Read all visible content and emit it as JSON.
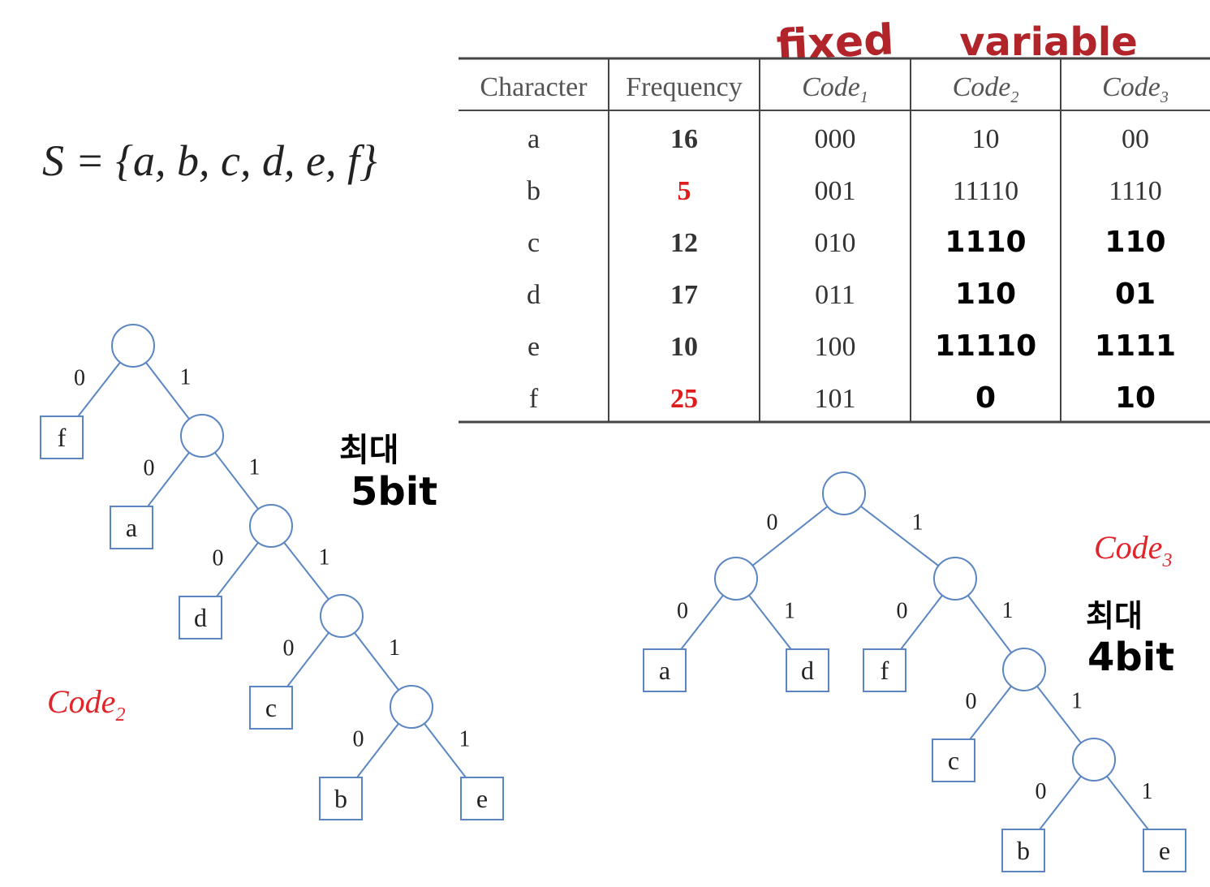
{
  "set_formula": "S = {a, b, c, d, e, f}",
  "annotations": {
    "fixed": "fixed",
    "variable": "variable",
    "code2_note": [
      "최대",
      "5bit"
    ],
    "code3_note": [
      "최대",
      "4bit"
    ]
  },
  "table": {
    "columns": [
      {
        "base": "Character",
        "sub": ""
      },
      {
        "base": "Frequency",
        "sub": ""
      },
      {
        "base": "Code",
        "sub": "1"
      },
      {
        "base": "Code",
        "sub": "2"
      },
      {
        "base": "Code",
        "sub": "3"
      }
    ],
    "rows": [
      {
        "char": "a",
        "freq": "16",
        "code1": "000",
        "code2": "10",
        "code3": "00",
        "code2_hand": false,
        "code3_hand": false,
        "freq_highlight": false
      },
      {
        "char": "b",
        "freq": "5",
        "code1": "001",
        "code2": "11110",
        "code3": "1110",
        "code2_hand": false,
        "code3_hand": false,
        "freq_highlight": true
      },
      {
        "char": "c",
        "freq": "12",
        "code1": "010",
        "code2": "1110",
        "code3": "110",
        "code2_hand": true,
        "code3_hand": true,
        "freq_highlight": false
      },
      {
        "char": "d",
        "freq": "17",
        "code1": "011",
        "code2": "110",
        "code3": "01",
        "code2_hand": true,
        "code3_hand": true,
        "freq_highlight": false
      },
      {
        "char": "e",
        "freq": "10",
        "code1": "100",
        "code2": "11110",
        "code3": "1111",
        "code2_hand": true,
        "code3_hand": true,
        "freq_highlight": false
      },
      {
        "char": "f",
        "freq": "25",
        "code1": "101",
        "code2": "0",
        "code3": "10",
        "code2_hand": true,
        "code3_hand": true,
        "freq_highlight": true
      }
    ]
  },
  "tree_code2": {
    "label_base": "Code",
    "label_sub": "2",
    "leaves": [
      "f",
      "a",
      "d",
      "c",
      "b",
      "e"
    ],
    "edge_left": "0",
    "edge_right": "1"
  },
  "tree_code3": {
    "label_base": "Code",
    "label_sub": "3",
    "leaves": [
      "a",
      "d",
      "f",
      "c",
      "b",
      "e"
    ],
    "edge_left": "0",
    "edge_right": "1"
  },
  "colors": {
    "line": "#5b86c2",
    "red_label": "#e0252b",
    "hand_red": "#b0242a",
    "freq_red": "#e01b1b",
    "ink": "#000000",
    "text": "#333333"
  }
}
